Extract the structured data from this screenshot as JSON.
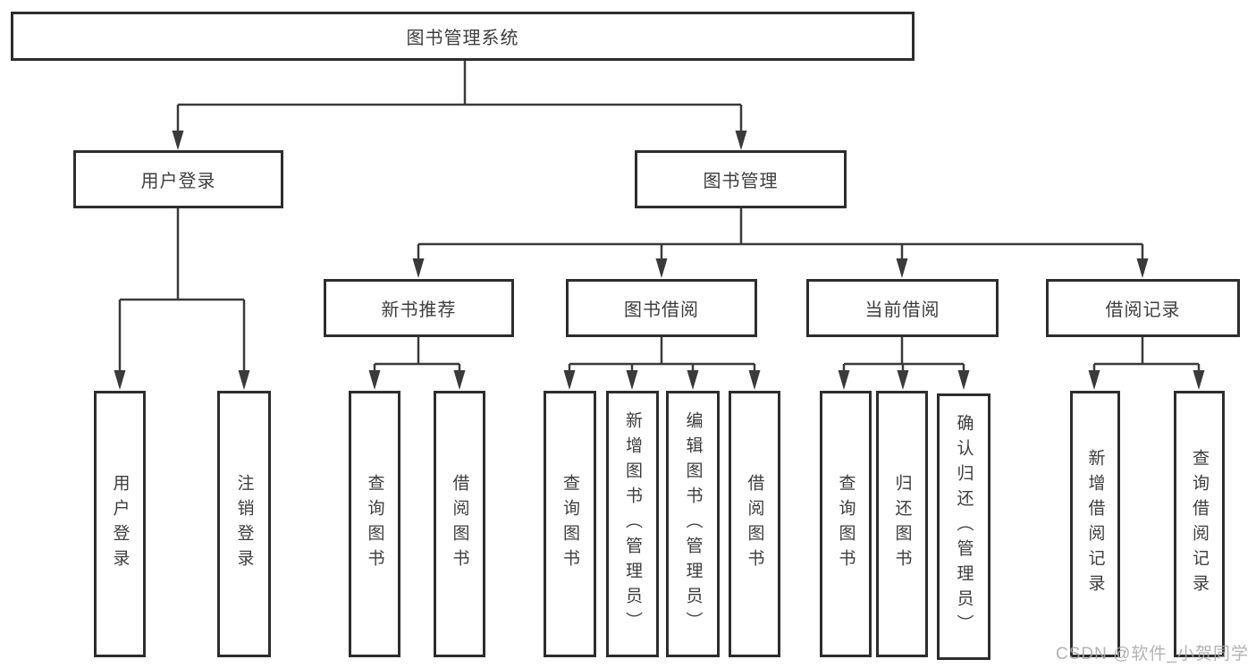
{
  "diagram": {
    "root": {
      "label": "图书管理系统"
    },
    "level2": [
      {
        "label": "用户登录"
      },
      {
        "label": "图书管理"
      }
    ],
    "level3": [
      {
        "label": "新书推荐"
      },
      {
        "label": "图书借阅"
      },
      {
        "label": "当前借阅"
      },
      {
        "label": "借阅记录"
      }
    ],
    "leaves": [
      {
        "label": "用户登录"
      },
      {
        "label": "注销登录"
      },
      {
        "label": "查询图书"
      },
      {
        "label": "借阅图书"
      },
      {
        "label": "查询图书"
      },
      {
        "label": "新增图书（管理员）"
      },
      {
        "label": "编辑图书（管理员）"
      },
      {
        "label": "借阅图书"
      },
      {
        "label": "查询图书"
      },
      {
        "label": "归还图书"
      },
      {
        "label": "确认归还（管理员）"
      },
      {
        "label": "新增借阅记录"
      },
      {
        "label": "查询借阅记录"
      }
    ],
    "watermark": "CSDN @软件_小贺同学",
    "colors": {
      "line": "#3a3a3a",
      "border": "#2d2d2d",
      "text": "#3e3e3e",
      "watermark": "#aaaaaa",
      "background": "#ffffff"
    }
  }
}
